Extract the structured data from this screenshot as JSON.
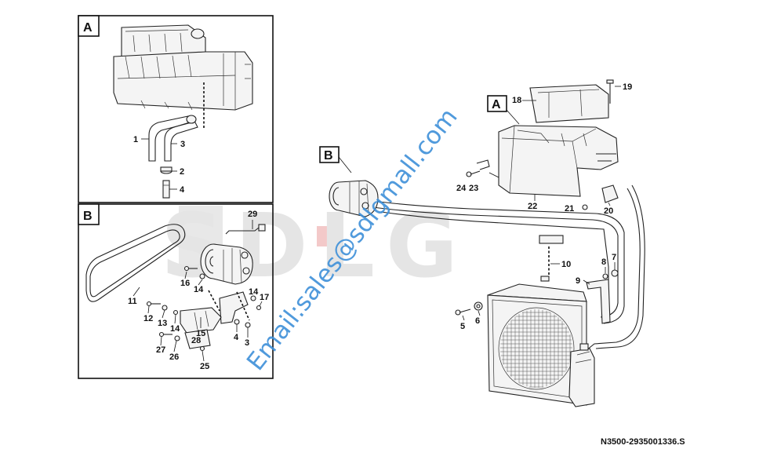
{
  "watermark": {
    "text": "SDLG"
  },
  "email": "Email:sales@sdlgmall.com",
  "drawing_code": "N3500-2935001336.S",
  "inset_a": {
    "tag": "A",
    "labels": [
      "1",
      "3",
      "2",
      "4"
    ]
  },
  "inset_b": {
    "tag": "B",
    "labels": [
      "29",
      "16",
      "14",
      "11",
      "12",
      "13",
      "14",
      "15",
      "4",
      "3",
      "14",
      "17",
      "28",
      "27",
      "26",
      "25"
    ]
  },
  "main_callouts": {
    "a": "A",
    "b": "B"
  },
  "main_labels": [
    "18",
    "19",
    "24",
    "23",
    "22",
    "21",
    "20",
    "10",
    "8",
    "7",
    "9",
    "5",
    "6"
  ]
}
